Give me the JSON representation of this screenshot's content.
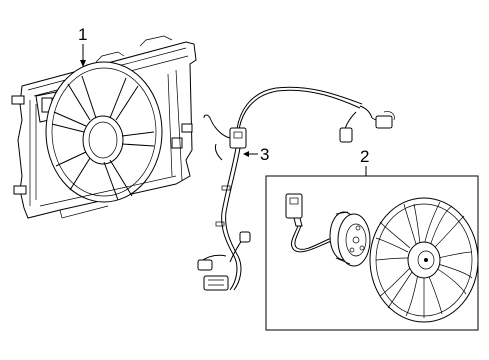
{
  "callouts": [
    {
      "id": "1",
      "text": "1"
    },
    {
      "id": "2",
      "text": "2"
    },
    {
      "id": "3",
      "text": "3"
    }
  ]
}
